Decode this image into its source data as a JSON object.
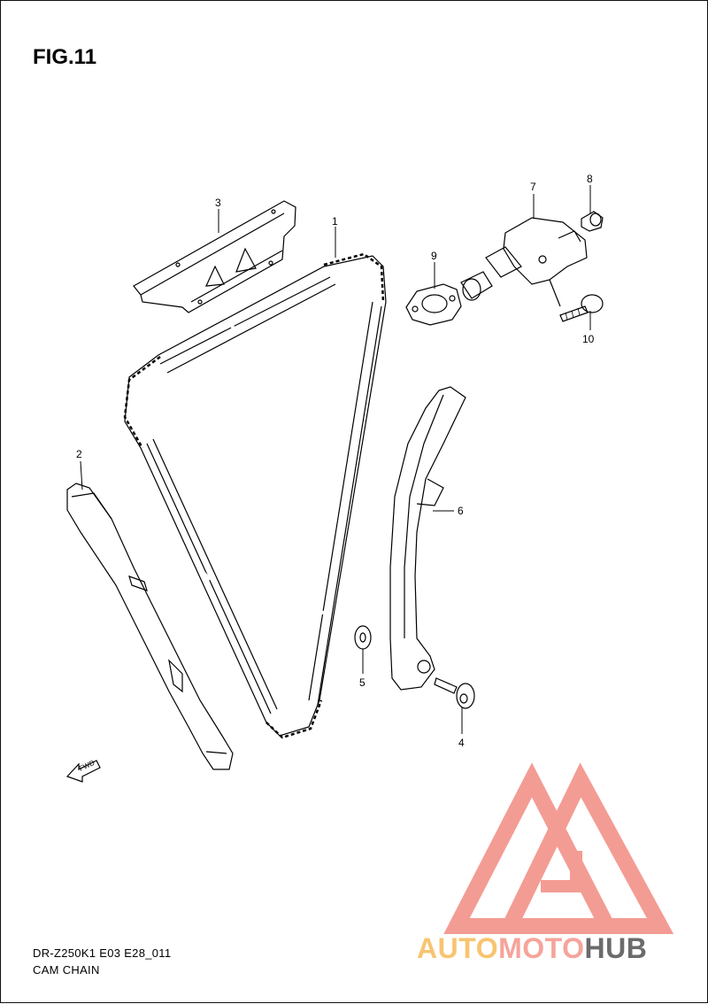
{
  "figure": {
    "title": "FIG.11"
  },
  "footer": {
    "model_code": "DR-Z250K1 E03 E28_011",
    "caption": "CAM CHAIN"
  },
  "callouts": [
    {
      "id": "p1",
      "number": "1"
    },
    {
      "id": "p2",
      "number": "2"
    },
    {
      "id": "p3",
      "number": "3"
    },
    {
      "id": "p4",
      "number": "4"
    },
    {
      "id": "p5",
      "number": "5"
    },
    {
      "id": "p6",
      "number": "6"
    },
    {
      "id": "p7",
      "number": "7"
    },
    {
      "id": "p8",
      "number": "8"
    },
    {
      "id": "p9",
      "number": "9"
    },
    {
      "id": "p10",
      "number": "10"
    }
  ],
  "fwd_label": "FWD",
  "watermark": {
    "part1": "AUTO",
    "part2": "MOTO",
    "part3": "HUB"
  },
  "colors": {
    "line": "#000000",
    "watermark_red": "#f28b82",
    "watermark_orange": "#f8c471",
    "watermark_gray": "#6b6b6b"
  }
}
